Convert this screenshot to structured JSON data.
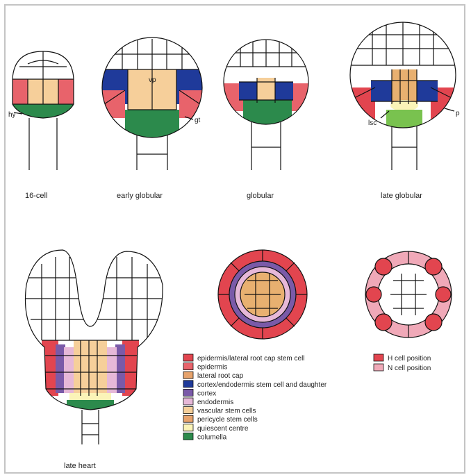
{
  "colors": {
    "epidermis_lrc_stem": "#e2454f",
    "epidermis": "#e8636b",
    "lateral_root_cap": "#e7a36c",
    "cortex_endo_stem": "#1f3a9a",
    "cortex": "#7a5aa8",
    "endodermis": "#e6b8d8",
    "vascular": "#f6cf9a",
    "pericycle": "#e7a36c",
    "quiescent": "#fbf4b8",
    "columella": "#2c8a4c",
    "columella_light": "#79c24f",
    "h_cell": "#e2454f",
    "n_cell": "#f0a9b8",
    "tan": "#e8b070",
    "white": "#ffffff"
  },
  "stages": {
    "s16": "16-cell",
    "early": "early globular",
    "globular": "globular",
    "late": "late globular",
    "heart": "late heart"
  },
  "parts": {
    "hy": "hy",
    "vp": "vp",
    "gt": "gt",
    "lsc": "lsc",
    "p": "p"
  },
  "legend": [
    {
      "label": "epidermis/lateral root cap stem cell",
      "color": "#e2454f"
    },
    {
      "label": "epidermis",
      "color": "#e8636b"
    },
    {
      "label": "lateral root cap",
      "color": "#e7a36c"
    },
    {
      "label": "cortex/endodermis stem cell and daughter",
      "color": "#1f3a9a"
    },
    {
      "label": "cortex",
      "color": "#7a5aa8"
    },
    {
      "label": "endodermis",
      "color": "#e6b8d8"
    },
    {
      "label": "vascular stem cells",
      "color": "#f6cf9a"
    },
    {
      "label": "pericycle stem cells",
      "color": "#e7a36c"
    },
    {
      "label": "quiescent centre",
      "color": "#fbf4b8"
    },
    {
      "label": "columella",
      "color": "#2c8a4c"
    }
  ],
  "legend2": [
    {
      "label": "H cell position",
      "color": "#e2454f"
    },
    {
      "label": "N cell position",
      "color": "#f0a9b8"
    }
  ]
}
